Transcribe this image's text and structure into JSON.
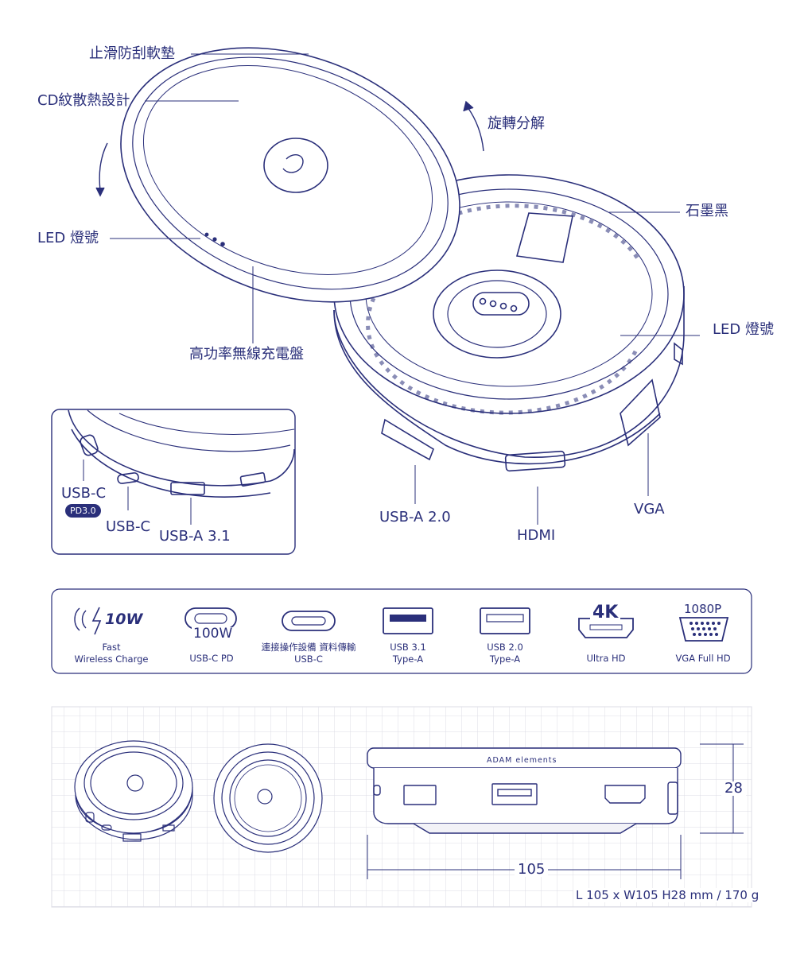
{
  "callouts": {
    "non_slip_pad": "止滑防刮軟墊",
    "cd_heat_design": "CD紋散熱設計",
    "led_left": "LED 燈號",
    "wireless_pad": "高功率無線充電盤",
    "rotate_detach": "旋轉分解",
    "graphite_black": "石墨黑",
    "led_right": "LED 燈號",
    "vga": "VGA",
    "hdmi": "HDMI",
    "usb_a_20": "USB-A 2.0"
  },
  "inset": {
    "usbc_pd": "USB-C",
    "pd_badge": "PD3.0",
    "usbc": "USB-C",
    "usba31": "USB-A 3.1"
  },
  "features": [
    {
      "icon": "wireless-charge-icon",
      "icon_text": "10W",
      "label_lines": [
        "Fast",
        "Wireless Charge"
      ]
    },
    {
      "icon": "usb-c-pd-icon",
      "icon_text": "100W",
      "label_lines": [
        "USB-C PD"
      ]
    },
    {
      "icon": "usb-c-data-icon",
      "icon_text": "",
      "label_lines": [
        "連接操作設備 資料傳輸",
        "USB-C"
      ]
    },
    {
      "icon": "usb-31-icon",
      "icon_text": "",
      "label_lines": [
        "USB 3.1",
        "Type-A"
      ]
    },
    {
      "icon": "usb-20-icon",
      "icon_text": "",
      "label_lines": [
        "USB 2.0",
        "Type-A"
      ]
    },
    {
      "icon": "hdmi-4k-icon",
      "icon_text": "4K",
      "label_lines": [
        "Ultra HD"
      ]
    },
    {
      "icon": "vga-1080p-icon",
      "icon_text": "1080P",
      "label_lines": [
        "VGA Full HD"
      ]
    }
  ],
  "dimensions": {
    "height": "28",
    "length": "105",
    "brand": "ADAM elements",
    "spec": "L 105 x W105 H28 mm / 170 g"
  },
  "colors": {
    "ink": "#2a2f7a",
    "grid": "#dcdce6"
  }
}
